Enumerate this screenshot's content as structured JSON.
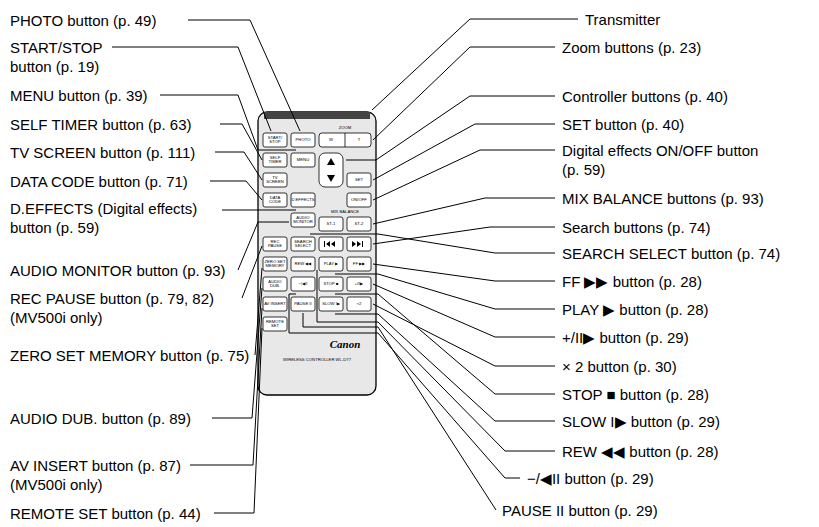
{
  "diagram": {
    "labels": [
      "PHOTO button (p. 49)",
      "START/STOP button (p. 19)",
      "MENU button (p. 39)",
      "SELF TIMER button (p. 63)",
      "TV SCREEN button (p. 111)",
      "DATA CODE button (p. 71)",
      "D.EFFECTS (Digital effects) button (p. 59)",
      "AUDIO MONITOR button (p. 93)",
      "REC PAUSE button (p. 79, 82) (MV500i only)",
      "ZERO SET MEMORY button (p. 75)",
      "AUDIO DUB. button (p. 89)",
      "AV INSERT button (p. 87) (MV500i only)",
      "REMOTE SET button (p. 44)",
      "Transmitter",
      "Zoom buttons (p. 23)",
      "Controller buttons (p. 40)",
      "SET button (p. 40)",
      "Digital effects ON/OFF button (p. 59)",
      "MIX BALANCE buttons (p. 93)",
      "Search buttons (p. 74)",
      "SEARCH SELECT button (p. 74)",
      "FF ▶▶ button (p. 28)",
      "PLAY ▶ button (p. 28)",
      "+/II▶ button (p. 29)",
      "× 2 button (p. 30)",
      "STOP ■ button (p. 28)",
      "SLOW I▶ button (p. 29)",
      "REW ◀◀ button (p. 28)",
      "−/◀II button (p. 29)",
      "PAUSE II button (p. 29)",
      "START/ STOP",
      "PHOTO",
      "ZOOM",
      "W",
      "T",
      "SELF TIMER",
      "MENU",
      "TV SCREEN",
      "SET",
      "DATA CODE",
      "D.EFFECTS",
      "ON/OFF",
      "MIX BALANCE",
      "ST-1",
      "ST-2",
      "AUDIO MONITOR",
      "REC PAUSE",
      "SEARCH SELECT",
      "ZERO SET MEMORY",
      "REW ◀◀",
      "PLAY ▶",
      "FF ▶▶",
      "AUDIO DUB.",
      "−/◀II",
      "STOP ■",
      "+/II▶",
      "AV INSERT",
      "PAUSE II",
      "SLOW I▶",
      "×2",
      "REMOTE SET",
      "Canon",
      "WIRELESS CONTROLLER WL-D77"
    ]
  }
}
